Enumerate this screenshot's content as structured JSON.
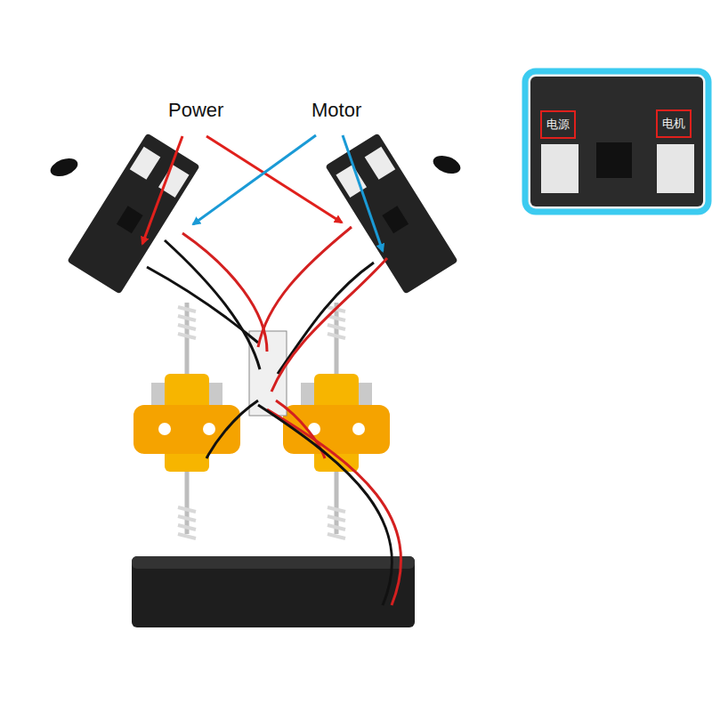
{
  "diagram": {
    "nodes": [
      {
        "text": [
          "电源"
        ]
      },
      {
        "text": [
          "电机"
        ]
      }
    ],
    "labels": [
      "Power",
      "Motor"
    ]
  }
}
